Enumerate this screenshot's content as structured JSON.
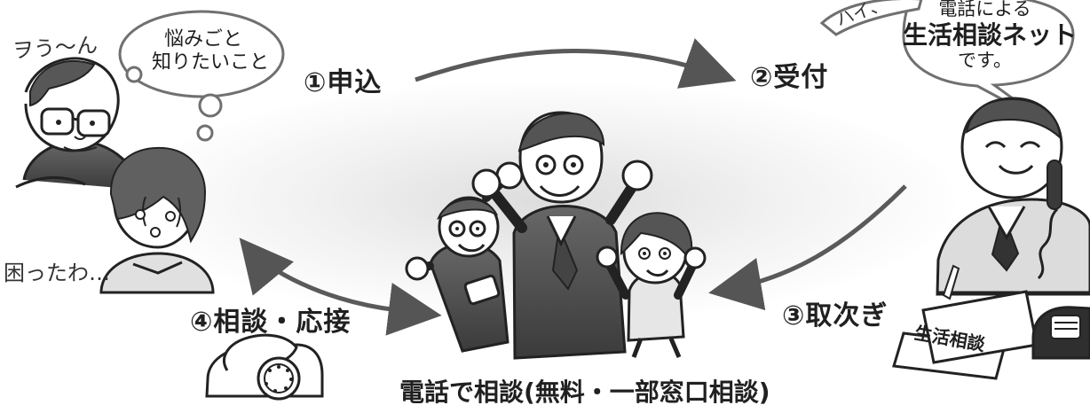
{
  "left_group": {
    "man_sound": "ヲう〜ん",
    "woman_thought": "困ったわ…",
    "thought_bubble": {
      "line1": "悩みごと",
      "line2": "知りたいこと"
    }
  },
  "steps": {
    "apply": "①申込",
    "receive": "②受付",
    "forward": "③取次ぎ",
    "consult": "④相談・応接"
  },
  "right_bubble": {
    "prefix": "ハイ、",
    "line1": "電話による",
    "line2": "生活相談ネット",
    "line3": "です。"
  },
  "desk_folder_label": "生活相談",
  "bottom_caption": "電話で相談(無料・一部窓口相談)",
  "colors": {
    "ink": "#202020",
    "shade": "#d7d7d7",
    "light_shade": "#efefef"
  },
  "icons": [
    "thought-bubble-icon",
    "speech-bubble-icon",
    "telephone-icon",
    "curved-arrow-icon"
  ]
}
